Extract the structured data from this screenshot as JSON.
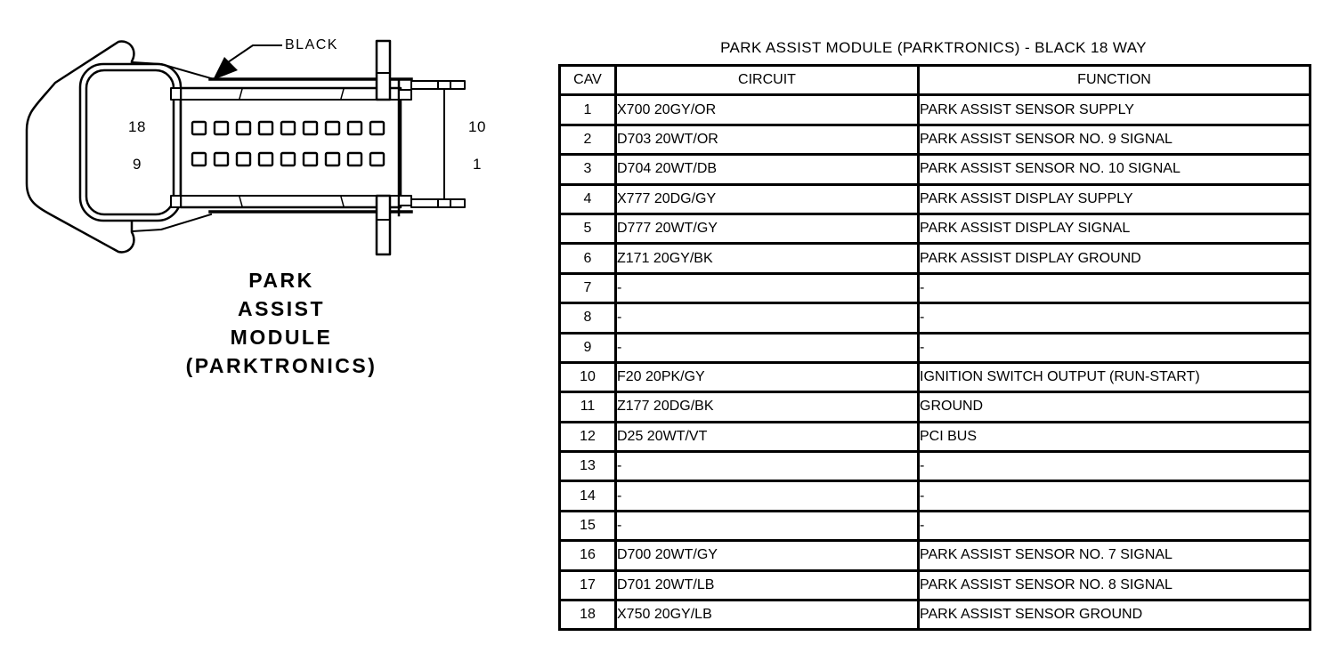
{
  "page": {
    "background": "#ffffff",
    "ink": "#000000"
  },
  "connector": {
    "color_callout": "BLACK",
    "pins_per_row": 9,
    "pin_row_labels": {
      "left_top": "18",
      "left_bottom": "9",
      "right_top": "10",
      "right_bottom": "1"
    },
    "caption_lines": [
      "PARK",
      "ASSIST",
      "MODULE",
      "(PARKTRONICS)"
    ]
  },
  "table": {
    "title": "PARK ASSIST MODULE (PARKTRONICS) - BLACK 18 WAY",
    "columns": [
      "CAV",
      "CIRCUIT",
      "FUNCTION"
    ],
    "rows": [
      {
        "cav": "1",
        "circuit": "X700 20GY/OR",
        "function": "PARK ASSIST SENSOR SUPPLY"
      },
      {
        "cav": "2",
        "circuit": "D703 20WT/OR",
        "function": "PARK ASSIST SENSOR NO. 9 SIGNAL"
      },
      {
        "cav": "3",
        "circuit": "D704 20WT/DB",
        "function": "PARK ASSIST SENSOR NO. 10 SIGNAL"
      },
      {
        "cav": "4",
        "circuit": "X777 20DG/GY",
        "function": "PARK ASSIST DISPLAY SUPPLY"
      },
      {
        "cav": "5",
        "circuit": "D777 20WT/GY",
        "function": "PARK ASSIST DISPLAY SIGNAL"
      },
      {
        "cav": "6",
        "circuit": "Z171 20GY/BK",
        "function": "PARK ASSIST DISPLAY GROUND"
      },
      {
        "cav": "7",
        "circuit": "-",
        "function": "-"
      },
      {
        "cav": "8",
        "circuit": "-",
        "function": "-"
      },
      {
        "cav": "9",
        "circuit": "-",
        "function": "-"
      },
      {
        "cav": "10",
        "circuit": "F20 20PK/GY",
        "function": "IGNITION SWITCH OUTPUT (RUN-START)"
      },
      {
        "cav": "11",
        "circuit": "Z177 20DG/BK",
        "function": "GROUND"
      },
      {
        "cav": "12",
        "circuit": "D25 20WT/VT",
        "function": "PCI BUS"
      },
      {
        "cav": "13",
        "circuit": "-",
        "function": "-"
      },
      {
        "cav": "14",
        "circuit": "-",
        "function": "-"
      },
      {
        "cav": "15",
        "circuit": "-",
        "function": "-"
      },
      {
        "cav": "16",
        "circuit": "D700 20WT/GY",
        "function": "PARK ASSIST SENSOR NO. 7 SIGNAL"
      },
      {
        "cav": "17",
        "circuit": "D701 20WT/LB",
        "function": "PARK ASSIST SENSOR NO. 8 SIGNAL"
      },
      {
        "cav": "18",
        "circuit": "X750 20GY/LB",
        "function": "PARK ASSIST SENSOR GROUND"
      }
    ]
  }
}
